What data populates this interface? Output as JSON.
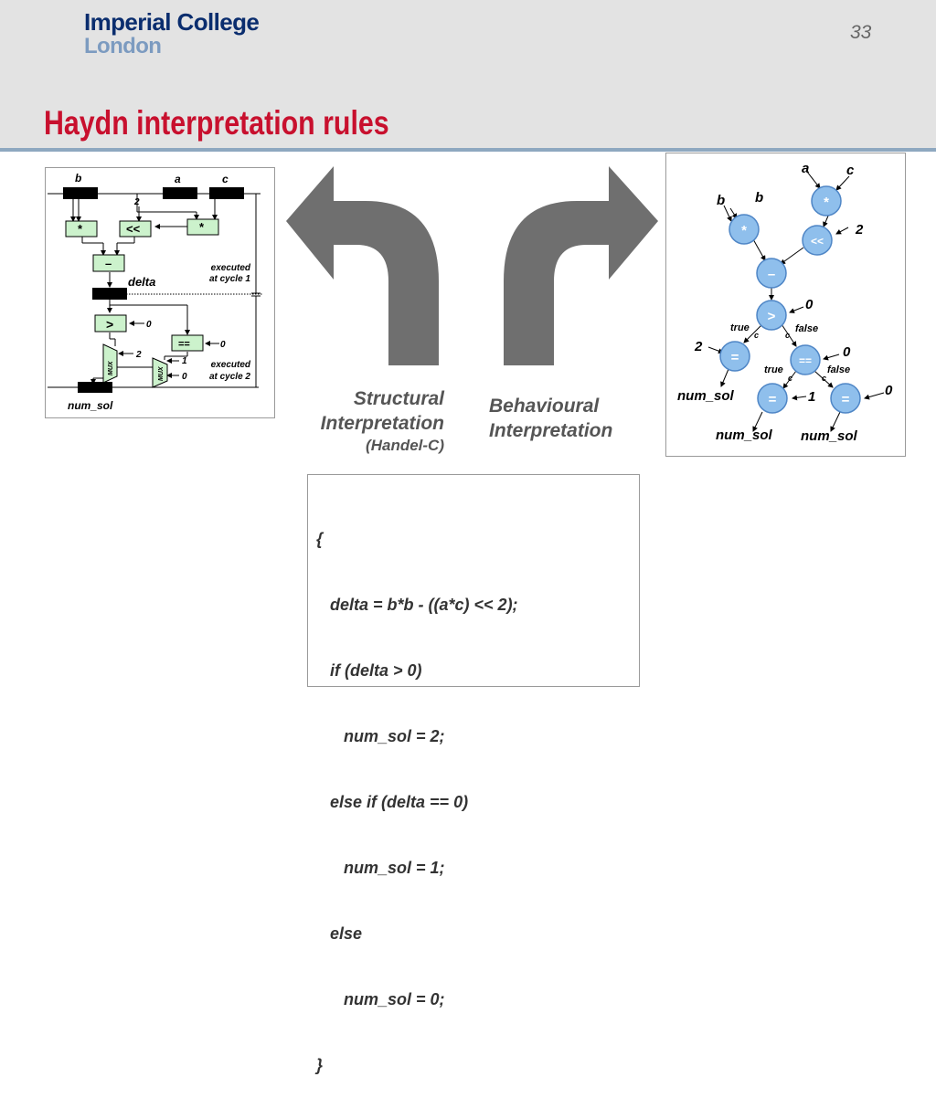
{
  "header": {
    "logo_line1": "Imperial College",
    "logo_line2": "London",
    "page_number": "33",
    "title": "Haydn interpretation rules"
  },
  "structural_diagram": {
    "input_b": "b",
    "input_a": "a",
    "input_c": "c",
    "const_2": "2",
    "op_mul1": "*",
    "op_shift": "<<",
    "op_mul2": "*",
    "op_sub": "–",
    "reg_delta": "delta",
    "op_gt": ">",
    "const_0_gt": "0",
    "op_eq": "==",
    "const_0_eq": "0",
    "mux1_label": "MUX",
    "mux2_label": "MUX",
    "const_mux1": "2",
    "const_mux2_1": "1",
    "const_mux2_0": "0",
    "cycle1_line1": "executed",
    "cycle1_line2": "at cycle 1",
    "cycle2_line1": "executed",
    "cycle2_line2": "at cycle 2",
    "output": "num_sol"
  },
  "structural_label": {
    "line1": "Structural",
    "line2": "Interpretation",
    "sub": "(Handel-C)"
  },
  "behavioural_label": {
    "line1": "Behavioural",
    "line2": "Interpretation"
  },
  "behavioural_diagram": {
    "in_a": "a",
    "in_c": "c",
    "in_b1": "b",
    "in_b2": "b",
    "node_mul_b": "*",
    "node_mul_ac": "*",
    "node_shift": "<<",
    "const_2": "2",
    "node_sub": "–",
    "node_gt": ">",
    "const_0_gt": "0",
    "true1": "true",
    "false1": "false",
    "c1": "c",
    "c2": "c",
    "node_assign2": "=",
    "const_assign2": "2",
    "node_eq": "==",
    "const_0_eq": "0",
    "true2": "true",
    "false2": "false",
    "c3": "c",
    "c4": "c",
    "out1": "num_sol",
    "node_assign1": "=",
    "const_assign1": "1",
    "node_assign0": "=",
    "const_assign0": "0",
    "out2": "num_sol",
    "out3": "num_sol"
  },
  "code": {
    "lines": [
      "{",
      "   delta = b*b - ((a*c) << 2);",
      "   if (delta > 0)",
      "      num_sol = 2;",
      "   else if (delta == 0)",
      "      num_sol = 1;",
      "   else",
      "      num_sol = 0;",
      "}"
    ]
  },
  "colors": {
    "title_red": "#c8102e",
    "logo_dark": "#0a2d6e",
    "logo_light": "#7c9bc0",
    "node_fill": "#8fbfec",
    "op_fill": "#ccf2cc",
    "arrow_grey": "#6f6f6f"
  },
  "icons": [
    "left-curved-arrow-icon",
    "right-curved-arrow-icon"
  ]
}
